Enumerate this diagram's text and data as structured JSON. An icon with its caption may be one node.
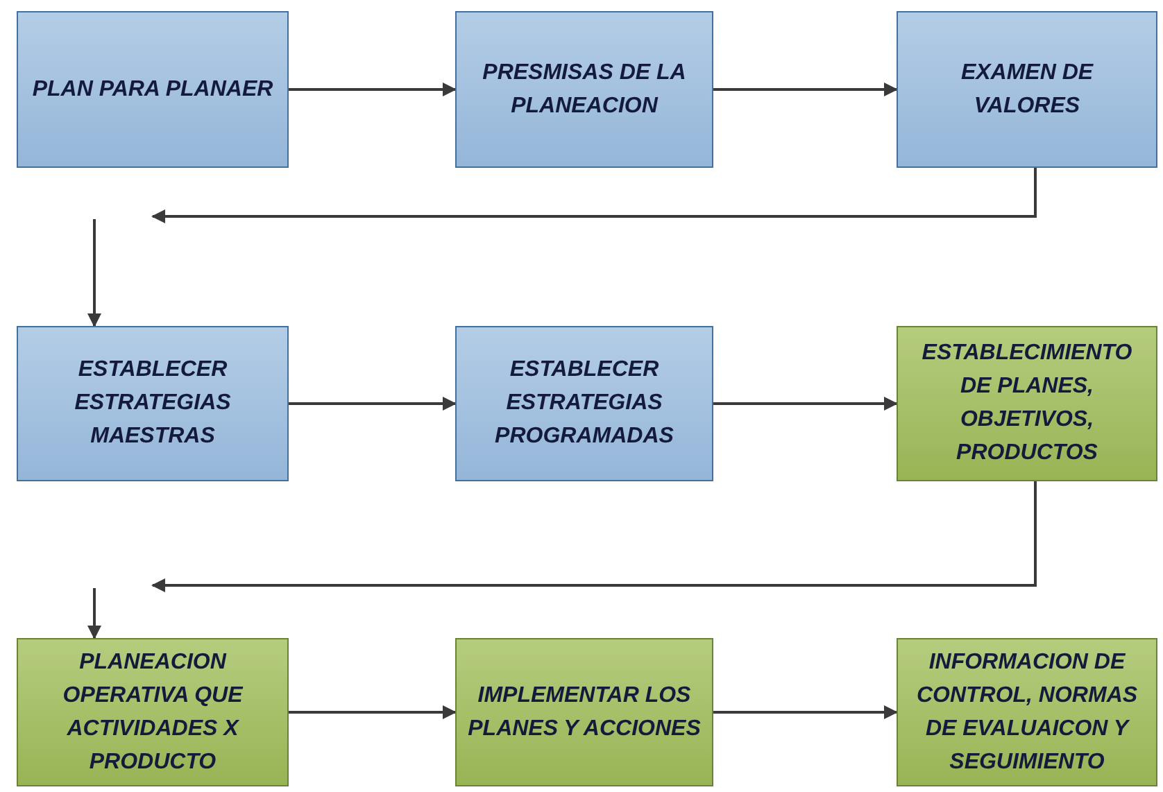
{
  "diagram": {
    "nodes": [
      {
        "text": [
          "PLAN PARA PLANAER"
        ]
      },
      {
        "text": [
          "PRESMISAS DE LA PLANEACION"
        ]
      },
      {
        "text": [
          "EXAMEN DE VALORES"
        ]
      },
      {
        "text": [
          "ESTABLECER ESTRATEGIAS MAESTRAS"
        ]
      },
      {
        "text": [
          "ESTABLECER ESTRATEGIAS PROGRAMADAS"
        ]
      },
      {
        "text": [
          "ESTABLECIMIENTO DE PLANES, OBJETIVOS, PRODUCTOS"
        ]
      },
      {
        "text": [
          "PLANEACION OPERATIVA QUE ACTIVIDADES X PRODUCTO"
        ]
      },
      {
        "text": [
          "IMPLEMENTAR LOS PLANES Y ACCIONES"
        ]
      },
      {
        "text": [
          "INFORMACION DE CONTROL, NORMAS DE EVALUAICON Y SEGUIMIENTO"
        ]
      }
    ],
    "edges": [
      {
        "from": 0,
        "to": 1,
        "arrow": "to"
      },
      {
        "from": 1,
        "to": 2,
        "arrow": "to"
      },
      {
        "from": 2,
        "to": null,
        "arrow": "to"
      },
      {
        "from": null,
        "to": 3,
        "arrow": "to"
      },
      {
        "from": 3,
        "to": 4,
        "arrow": "to"
      },
      {
        "from": 4,
        "to": 5,
        "arrow": "to"
      },
      {
        "from": 5,
        "to": null,
        "arrow": "to"
      },
      {
        "from": null,
        "to": 6,
        "arrow": "to"
      },
      {
        "from": 6,
        "to": 7,
        "arrow": "to"
      },
      {
        "from": 7,
        "to": 8,
        "arrow": "to"
      }
    ]
  }
}
